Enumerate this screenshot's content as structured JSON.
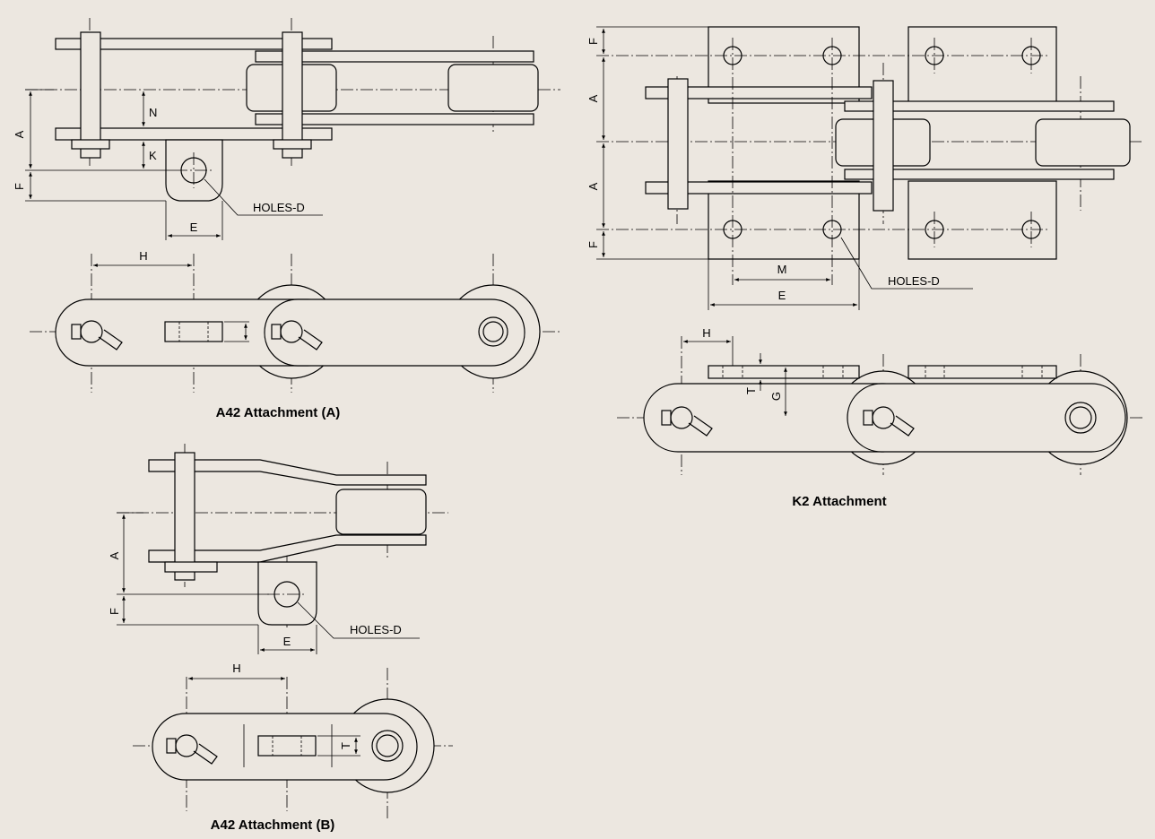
{
  "background": "#ece7e0",
  "stroke_color": "#000000",
  "captions": {
    "a42_a": "A42 Attachment (A)",
    "a42_b": "A42 Attachment (B)",
    "k2": "K2 Attachment"
  },
  "labels": {
    "a": "A",
    "f": "F",
    "n": "N",
    "k": "K",
    "e": "E",
    "h": "H",
    "m": "M",
    "t": "T",
    "g": "G",
    "holes": "HOLES-D"
  }
}
